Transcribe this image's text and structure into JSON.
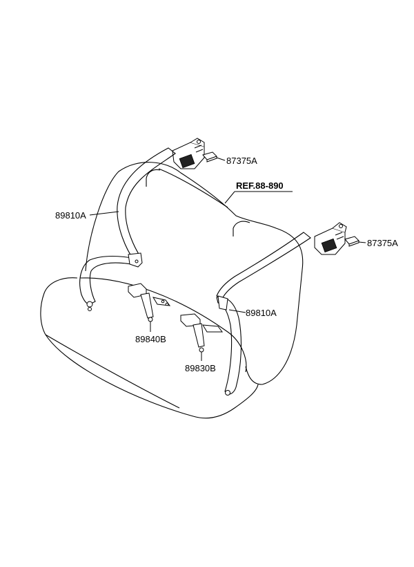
{
  "diagram": {
    "reference_label": "REF.88-890",
    "part_labels": {
      "retractor_left": "87375A",
      "retractor_right": "87375A",
      "belt_left": "89810A",
      "belt_right": "89810A",
      "buckle_left": "89840B",
      "buckle_right": "89830B"
    }
  }
}
